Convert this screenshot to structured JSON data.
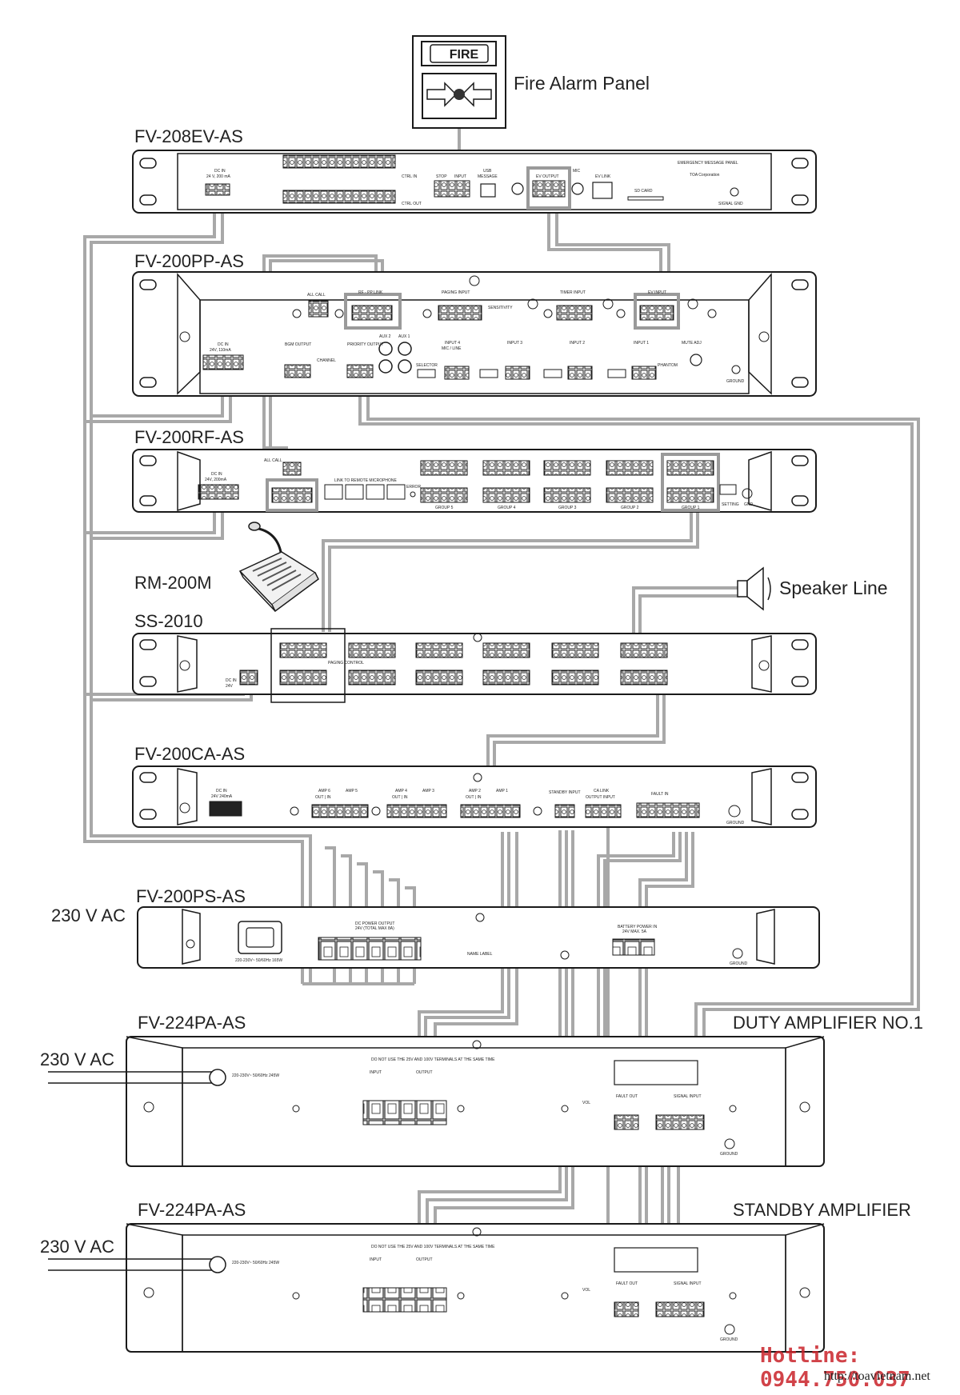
{
  "labels": {
    "fire_panel": "Fire Alarm Panel",
    "fire_button": "FIRE",
    "speaker_line": "Speaker Line",
    "duty_amp": "DUTY AMPLIFIER NO.1",
    "standby_amp": "STANDBY AMPLIFIER",
    "ac_1": "230 V AC",
    "ac_2": "230 V AC",
    "ac_3": "230 V AC"
  },
  "devices": {
    "ev": "FV-208EV-AS",
    "pp": "FV-200PP-AS",
    "rf": "FV-200RF-AS",
    "rm": "RM-200M",
    "ss": "SS-2010",
    "ca": "FV-200CA-AS",
    "ps": "FV-200PS-AS",
    "pa1": "FV-224PA-AS",
    "pa2": "FV-224PA-AS"
  },
  "panel_text": {
    "ev": {
      "dc_in": "DC IN",
      "dc_spec": "24 V, 200 mA",
      "ctrl_in": "CTRL IN",
      "ctrl_out": "CTRL OUT",
      "stop": "STOP",
      "input": "INPUT",
      "usb": "USB",
      "message": "MESSAGE",
      "ev_out": "EV OUTPUT",
      "mic": "MIC",
      "ev_link": "EV LINK",
      "sd": "SD CARD",
      "brand": "TOA Corporation",
      "model_tag": "EMERGENCY MESSAGE PANEL",
      "signal_gnd": "SIGNAL GND"
    },
    "pp": {
      "all_call": "ALL CALL",
      "rf_link": "RF - PP LINK",
      "paging": "PAGING INPUT",
      "sensitivity": "SENSITIVITY",
      "timer": "TIMER INPUT",
      "ev_input": "EV INPUT",
      "dc_in": "DC IN",
      "dc_spec": "24V, 110mA",
      "bgm": "BGM OUTPUT",
      "channel": "CHANNEL",
      "priority": "PRIORITY OUTPUT",
      "aux2": "AUX 2",
      "aux1": "AUX 1",
      "input4": "INPUT 4",
      "input3": "INPUT 3",
      "input2": "INPUT 2",
      "input1": "INPUT 1",
      "mic_line": "MIC / LINE",
      "mute_adj": "MUTE ADJ",
      "phantom": "PHANTOM",
      "selector": "SELECTOR",
      "ground": "GROUND"
    },
    "rf": {
      "dc_in": "DC IN",
      "dc_spec": "24V, 200mA",
      "all_call": "ALL CALL",
      "link_remote": "LINK TO REMOTE MICROPHONE",
      "error": "ERROR",
      "group5": "GROUP 5",
      "group4": "GROUP 4",
      "group3": "GROUP 3",
      "group2": "GROUP 2",
      "group1": "GROUP 1",
      "setting": "SETTING",
      "gnd": "GND"
    },
    "ss": {
      "dc_in": "DC IN",
      "dc_spec": "24V",
      "paging_control": "PAGING CONTROL"
    },
    "ca": {
      "dc_in": "DC IN",
      "dc_spec": "24V 240mA",
      "amp6": "AMP 6",
      "amp5": "AMP 5",
      "amp4": "AMP 4",
      "amp3": "AMP 3",
      "amp2": "AMP 2",
      "amp1": "AMP 1",
      "out_in": "OUT | IN",
      "standby": "STANDBY INPUT",
      "ca_link": "CA LINK",
      "ca_link_sub": "OUTPUT INPUT",
      "fault_in": "FAULT IN",
      "ground": "GROUND"
    },
    "ps": {
      "dc_power": "DC POWER OUTPUT",
      "dc_spec": "24V (TOTAL MAX 8A)",
      "name_label": "NAME LABEL",
      "battery": "BATTERY POWER IN",
      "battery_spec": "24V MAX. 5A",
      "ac_spec": "220-230V~ 50/60Hz 165W",
      "ground": "GROUND"
    },
    "pa": {
      "warning": "DO NOT USE THE 25V AND 100V TERMINALS AT THE SAME TIME",
      "input": "INPUT",
      "output": "OUTPUT",
      "ac_spec": "220-230V~ 50/60Hz 245W",
      "fault_out": "FAULT OUT",
      "signal_input": "SIGNAL INPUT",
      "vol": "VOL",
      "ground": "GROUND"
    }
  },
  "footer": {
    "hotline": "Hotline: 0944.750.037",
    "url": "http://toavietnam.net"
  },
  "colors": {
    "panel_stroke": "#1a1a1a",
    "wire": "#a8a8a8",
    "hotline": "#c9232a"
  }
}
